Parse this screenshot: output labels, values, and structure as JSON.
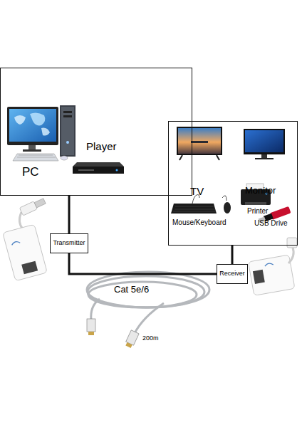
{
  "diagram": {
    "nodes": [
      {
        "text": [
          "PC",
          "Player"
        ]
      },
      {
        "text": [
          "TV",
          "Monitor",
          "Mouse/Keyboard",
          "Printer",
          "USB Drive"
        ]
      },
      {
        "text": [
          "Transmitter"
        ]
      },
      {
        "text": [
          "Receiver"
        ]
      }
    ],
    "edges": [
      {
        "from": 0,
        "to": 2,
        "arrow": "none"
      },
      {
        "from": 2,
        "to": 3,
        "label": "Cat 5e/6",
        "arrow": "none"
      },
      {
        "from": 3,
        "to": 1,
        "arrow": "none"
      }
    ],
    "labels": [
      "200m"
    ]
  }
}
